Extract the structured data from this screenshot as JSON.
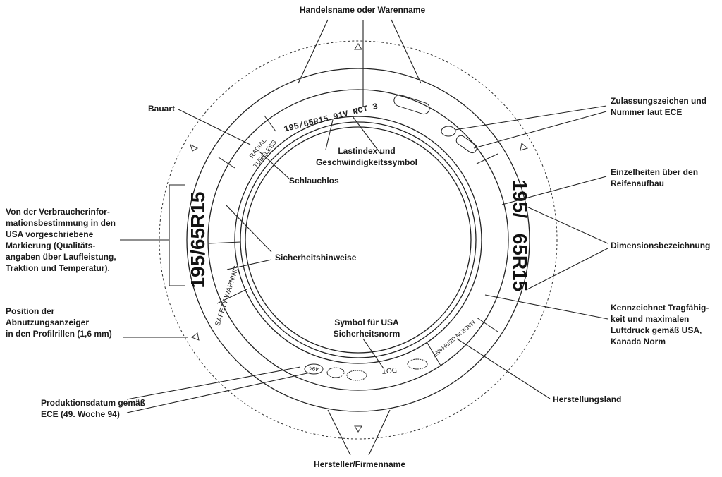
{
  "labels": {
    "trade_name": "Handelsname oder Warenname",
    "design": "Bauart",
    "load_index": "Lastindex und\nGeschwindigkeitssymbol",
    "tubeless": "Schlauchlos",
    "approval": "Zulassungszeichen und\nNummer laut ECE",
    "construction": "Einzelheiten über den\nReifenaufbau",
    "dimension": "Dimensionsbezeichnung",
    "usa_marking": "Von der Verbraucherinfor-\nmationsbestimmung in den\nUSA vorgeschriebene\nMarkierung (Qualitäts-\nangaben über Laufleistung,\nTraktion und Temperatur).",
    "safety": "Sicherheitshinweise",
    "wear_indicator": "Position der\nAbnutzungsanzeiger\nin den Profilrillen (1,6 mm)",
    "usa_symbol": "Symbol für USA\nSicherheitsnorm",
    "load_pressure": "Kennzeichnet Tragfähig-\nkeit und maximalen\nLuftdruck gemäß USA,\nKanada Norm",
    "production_date": "Produktionsdatum gemäß\nECE (49. Woche 94)",
    "country": "Herstellungsland",
    "manufacturer": "Hersteller/Firmenname"
  },
  "tire": {
    "size_left": "195/65R15",
    "size_right_top": "195/",
    "size_right_bottom": "65R15",
    "top_text": "195/65R15 91V NCT 3",
    "radial": "RADIAL",
    "tubeless": "TUBELESS",
    "safety_warning": "SAFETY WARNING",
    "dot": "DOT",
    "made_in": "MADE IN GERMANY",
    "date_code": "494"
  }
}
